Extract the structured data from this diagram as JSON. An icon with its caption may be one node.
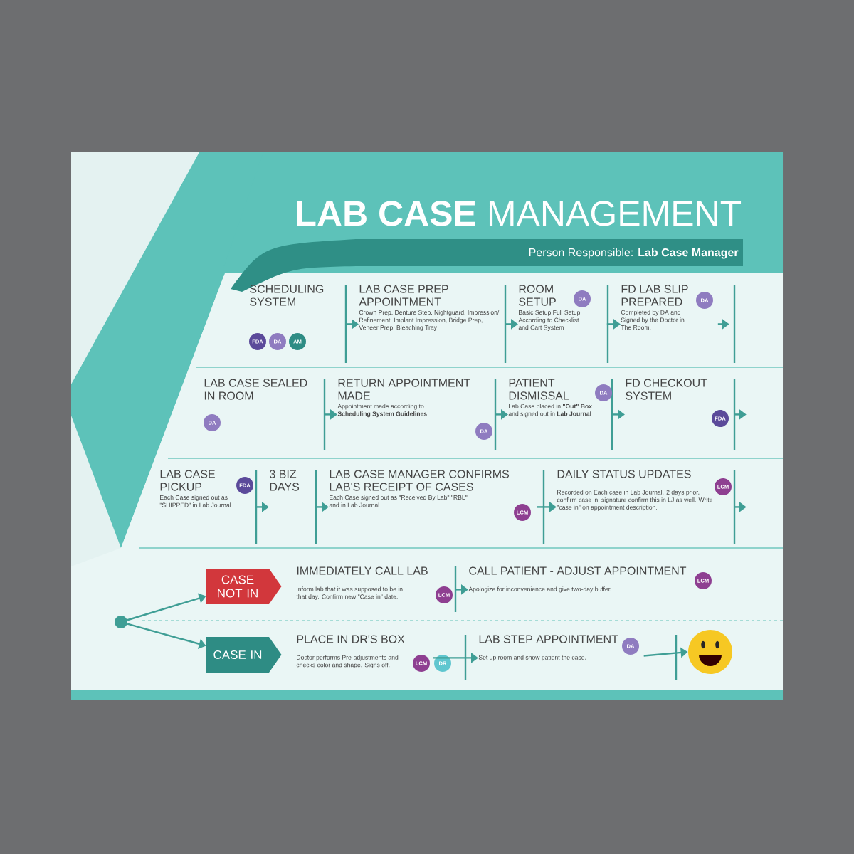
{
  "diagram": {
    "title": "**LAB CASE** MANAGEMENT",
    "nodes": [
      {
        "text": [
          "SCHEDULING SYSTEM"
        ],
        "beside": [
          "FDA",
          "DA",
          "AM"
        ]
      },
      {
        "text": [
          "LAB CASE PREP APPOINTMENT",
          "Crown Prep, Denture Step, Nightguard, Impression/ Refinement, Implant Impression, Bridge Prep, Veneer Prep, Bleaching Tray"
        ]
      },
      {
        "text": [
          "ROOM SETUP",
          "Basic Setup Full Setup According to Checklist and Cart System"
        ],
        "beside": [
          "DA"
        ]
      },
      {
        "text": [
          "FD LAB SLIP PREPARED",
          "Completed by DA and Signed by the Doctor in The Room."
        ],
        "beside": [
          "DA"
        ]
      },
      {
        "text": [
          "LAB CASE SEALED IN ROOM"
        ],
        "beside": [
          "DA"
        ]
      },
      {
        "text": [
          "RETURN APPOINTMENT MADE",
          "Appointment made according to **Scheduling System Guidelines**"
        ],
        "beside": [
          "DA"
        ]
      },
      {
        "text": [
          "PATIENT DISMISSAL",
          "Lab Case placed in **\"Out\" Box** and signed out in **Lab Journal**"
        ],
        "beside": [
          "DA"
        ]
      },
      {
        "text": [
          "FD CHECKOUT SYSTEM"
        ],
        "beside": [
          "FDA"
        ]
      },
      {
        "text": [
          "LAB CASE PICKUP",
          "Each Case signed out as \"SHIPPED\" in Lab Journal"
        ],
        "beside": [
          "FDA"
        ]
      },
      {
        "text": [
          "3 BIZ DAYS"
        ]
      },
      {
        "text": [
          "LAB CASE MANAGER CONFIRMS LAB'S RECEIPT OF CASES",
          "Each Case signed out as \"Received By Lab\" \"RBL\" and in Lab Journal"
        ],
        "beside": [
          "LCM"
        ]
      },
      {
        "text": [
          "DAILY STATUS UPDATES",
          "Recorded on Each case in Lab Journal. 2 days prior, confirm case in; signature confirm this in LJ as well. Write \"case in\" on appointment description."
        ],
        "beside": [
          "LCM"
        ]
      },
      {
        "text": [],
        "shape": "circle"
      },
      {
        "text": [
          "CASE NOT IN"
        ]
      },
      {
        "text": [
          "IMMEDIATELY CALL LAB",
          "Inform lab that it was supposed to be in that day. Confirm new \"Case in\" date."
        ],
        "beside": [
          "LCM"
        ]
      },
      {
        "text": [
          "CALL PATIENT - ADJUST APPOINTMENT",
          "Apologize for inconvenience and give two-day buffer."
        ],
        "beside": [
          "LCM"
        ]
      },
      {
        "text": [
          "CASE IN"
        ]
      },
      {
        "text": [
          "PLACE IN DR'S BOX",
          "Doctor performs Pre-adjustments and checks color and shape. Signs off."
        ],
        "beside": [
          "LCM",
          "DR"
        ]
      },
      {
        "text": [
          "LAB STEP APPOINTMENT",
          "Set up room and show patient the case."
        ],
        "beside": [
          "DA"
        ]
      },
      {
        "text": [],
        "shape": "picture"
      }
    ],
    "edges": [
      {
        "from": 0,
        "to": 1,
        "arrow": "to"
      },
      {
        "from": 1,
        "to": 2,
        "arrow": "to"
      },
      {
        "from": 2,
        "to": 3,
        "arrow": "to"
      },
      {
        "from": 3,
        "to": null,
        "arrow": "to"
      },
      {
        "from": 4,
        "to": 5,
        "arrow": "to"
      },
      {
        "from": 5,
        "to": 6,
        "arrow": "to"
      },
      {
        "from": 6,
        "to": 7,
        "arrow": "to"
      },
      {
        "from": 7,
        "to": null,
        "arrow": "to"
      },
      {
        "from": 8,
        "to": 9,
        "arrow": "to"
      },
      {
        "from": 9,
        "to": 10,
        "arrow": "to"
      },
      {
        "from": 10,
        "to": 11,
        "arrow": "to"
      },
      {
        "from": 11,
        "to": null,
        "arrow": "to"
      },
      {
        "from": 12,
        "to": 13,
        "arrow": "to"
      },
      {
        "from": 12,
        "to": 16,
        "arrow": "to"
      },
      {
        "from": 14,
        "to": 15,
        "arrow": "to"
      },
      {
        "from": 17,
        "to": 18,
        "arrow": "to"
      },
      {
        "from": 18,
        "to": 19,
        "arrow": "to"
      }
    ],
    "labels": [
      "Person Responsible: **Lab Case Manager**"
    ]
  }
}
